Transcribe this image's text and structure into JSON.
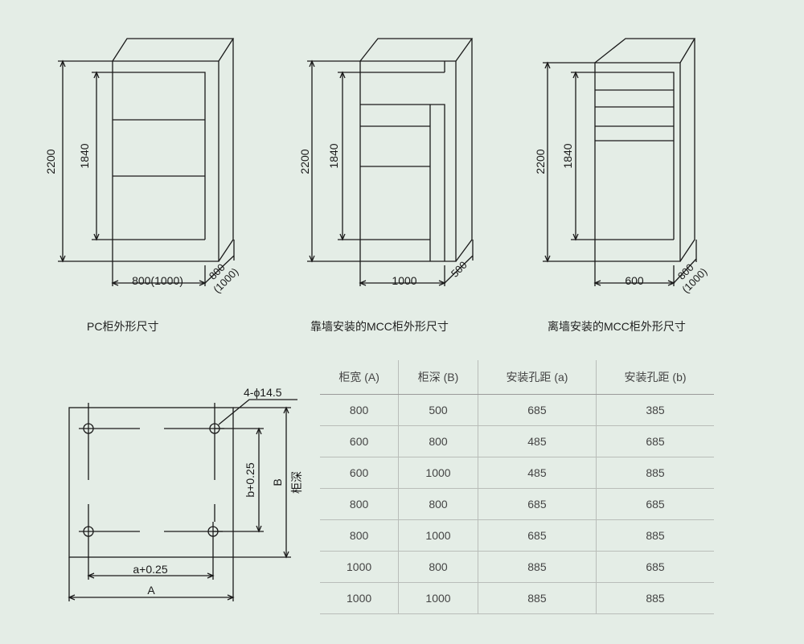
{
  "colors": {
    "background": "#e4ede6",
    "line": "#1a1a1a",
    "table_text": "#444444"
  },
  "cabinet_pc": {
    "height_outer": "2200",
    "height_inner": "1840",
    "width": "800(1000)",
    "depth_top": "800",
    "depth_bottom": "(1000)",
    "caption": "PC柜外形尺寸"
  },
  "cabinet_wall_mcc": {
    "height_outer": "2200",
    "height_inner": "1840",
    "width": "1000",
    "depth": "500",
    "caption": "靠墙安装的MCC柜外形尺寸"
  },
  "cabinet_free_mcc": {
    "height_outer": "2200",
    "height_inner": "1840",
    "width": "600",
    "depth_top": "800",
    "depth_bottom": "(1000)",
    "caption": "离墙安装的MCC柜外形尺寸"
  },
  "base_plan": {
    "hole_label": "4-ϕ14.5",
    "dim_b": "b+0.25",
    "dim_B": "B",
    "depth_label": "柜深",
    "dim_a": "a+0.25",
    "dim_A": "A"
  },
  "table": {
    "headers": [
      "柜宽 (A)",
      "柜深 (B)",
      "安装孔距 (a)",
      "安装孔距 (b)"
    ],
    "rows": [
      [
        "800",
        "500",
        "685",
        "385"
      ],
      [
        "600",
        "800",
        "485",
        "685"
      ],
      [
        "600",
        "1000",
        "485",
        "885"
      ],
      [
        "800",
        "800",
        "685",
        "685"
      ],
      [
        "800",
        "1000",
        "685",
        "885"
      ],
      [
        "1000",
        "800",
        "885",
        "685"
      ],
      [
        "1000",
        "1000",
        "885",
        "885"
      ]
    ]
  }
}
